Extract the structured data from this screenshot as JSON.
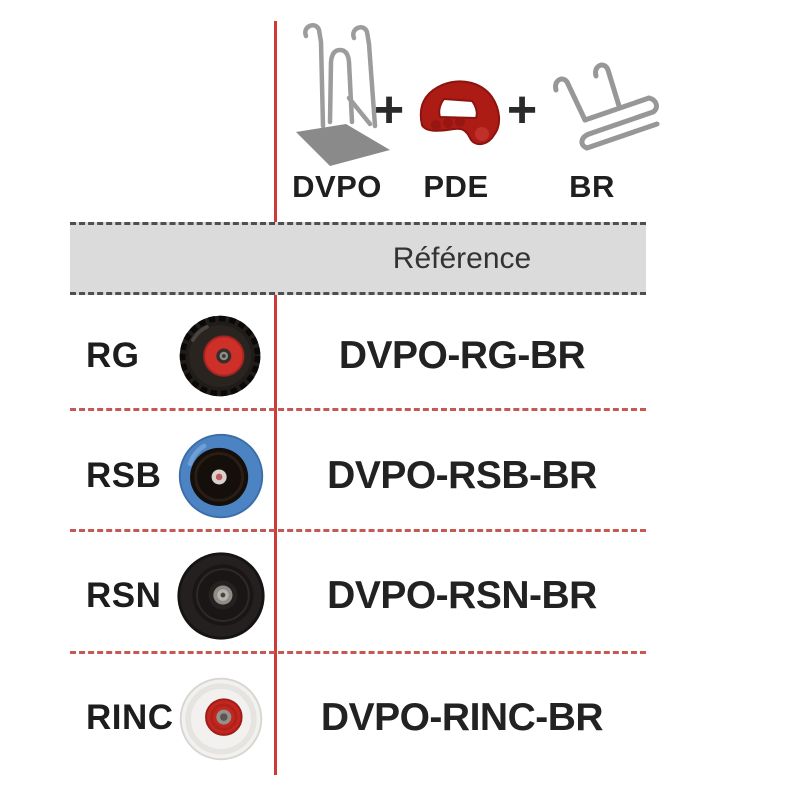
{
  "kit": {
    "plus": "+",
    "parts": [
      {
        "code": "DVPO",
        "icon": "hand-truck-icon"
      },
      {
        "code": "PDE",
        "icon": "handle-icon"
      },
      {
        "code": "BR",
        "icon": "backrest-icon"
      }
    ]
  },
  "table": {
    "header": "Référence",
    "rows": [
      {
        "code": "RG",
        "wheel_icon": "wheel-rg-icon",
        "reference": "DVPO-RG-BR"
      },
      {
        "code": "RSB",
        "wheel_icon": "wheel-rsb-icon",
        "reference": "DVPO-RSB-BR"
      },
      {
        "code": "RSN",
        "wheel_icon": "wheel-rsn-icon",
        "reference": "DVPO-RSN-BR"
      },
      {
        "code": "RINC",
        "wheel_icon": "wheel-rinc-icon",
        "reference": "DVPO-RINC-BR"
      }
    ]
  },
  "colors": {
    "divider_red": "#cf3a36",
    "separator_red": "#c75752",
    "header_background": "#dbdbdb",
    "header_border_gray": "#4f4f4f",
    "text_dark": "#1d1d1d",
    "handle_red": "#ad1b15",
    "wheel_rg_hub_red": "#ce2f28",
    "wheel_rsb_blue": "#4c83c3",
    "wheel_rsn_black": "#242020",
    "wheel_rinc_white": "#f2f1ef"
  }
}
